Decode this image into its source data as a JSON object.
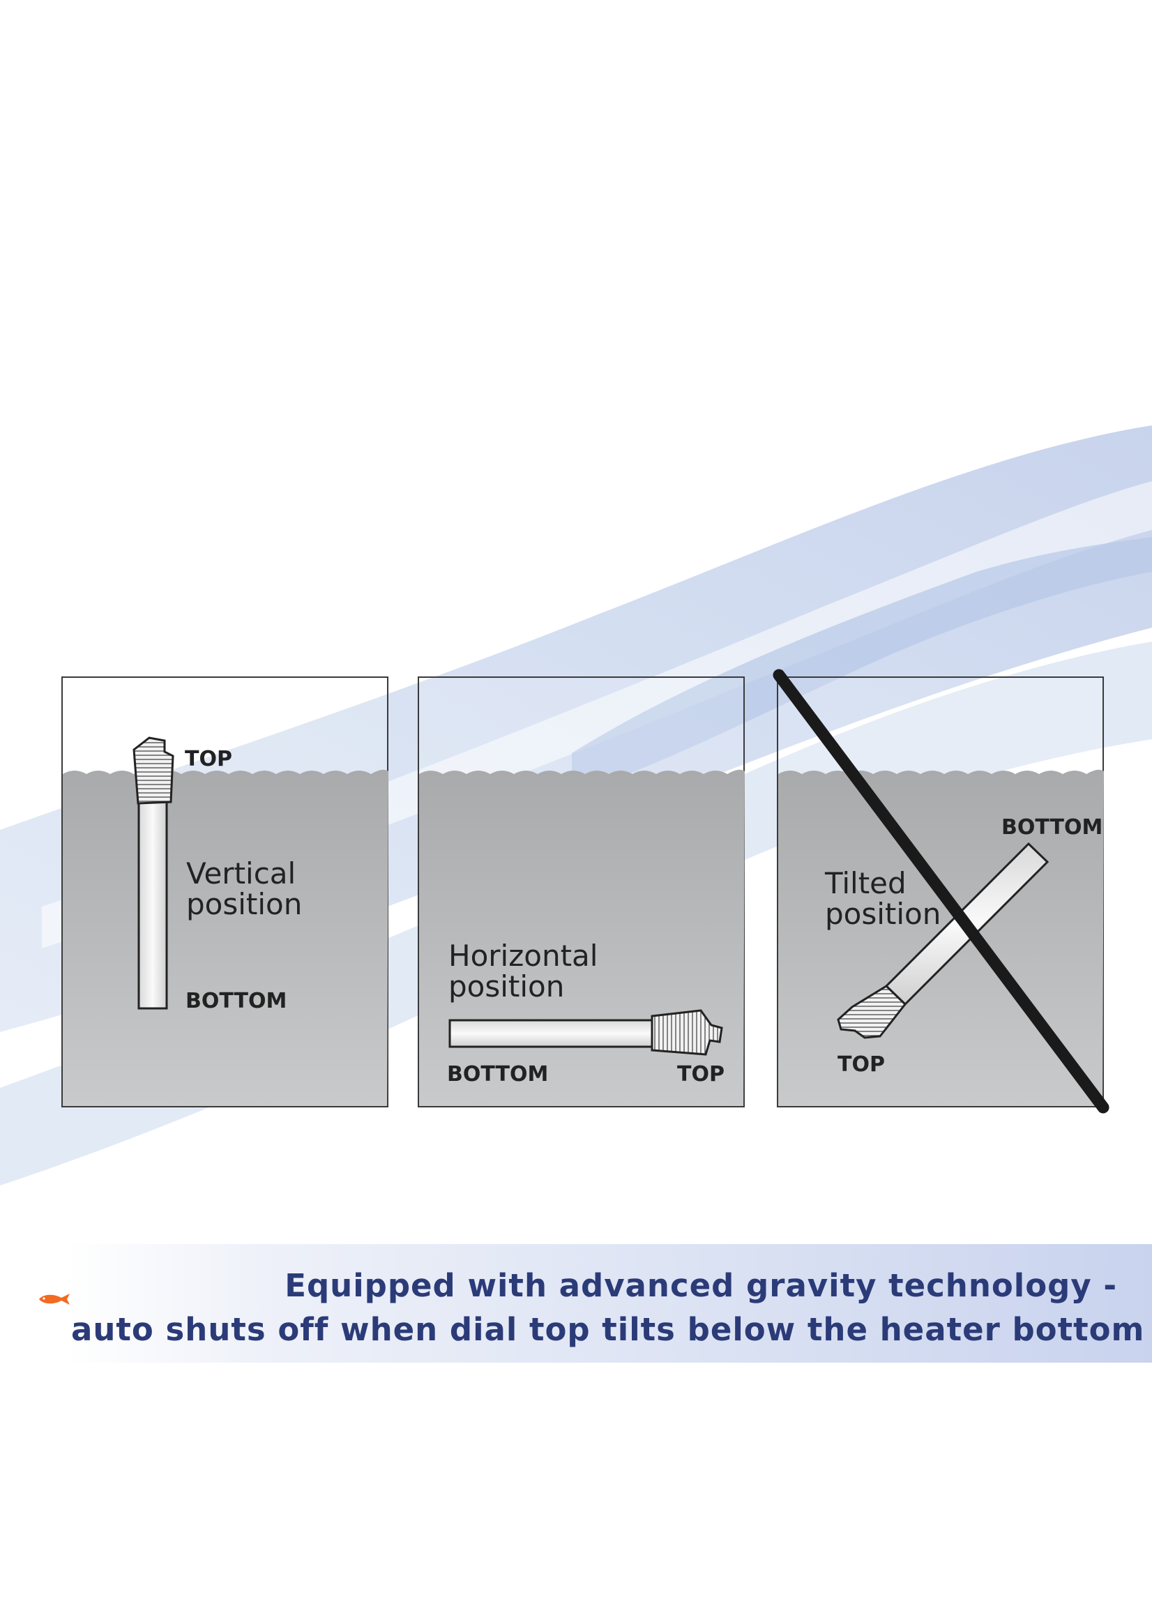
{
  "panels": [
    {
      "id": "vertical",
      "title_lines": [
        "Vertical",
        "position"
      ],
      "top_label": "TOP",
      "bottom_label": "BOTTOM"
    },
    {
      "id": "horizontal",
      "title_lines": [
        "Horizontal",
        "position"
      ],
      "top_label": "TOP",
      "bottom_label": "BOTTOM"
    },
    {
      "id": "tilted",
      "title_lines": [
        "Tilted",
        "position"
      ],
      "top_label": "TOP",
      "bottom_label": "BOTTOM"
    }
  ],
  "caption": {
    "line1": "Equipped with advanced gravity technology -",
    "line2": "auto shuts off when dial top tilts below the heater bottom"
  },
  "colors": {
    "water_top": "#a9aaab",
    "water_bottom": "#c7c8c9",
    "frame": "#3a3a3a",
    "caption": "#2b3b78",
    "fish": "#f26b21",
    "cross_line": "#1a1a1a"
  },
  "icons": [
    "fish-icon",
    "no-line-icon"
  ]
}
